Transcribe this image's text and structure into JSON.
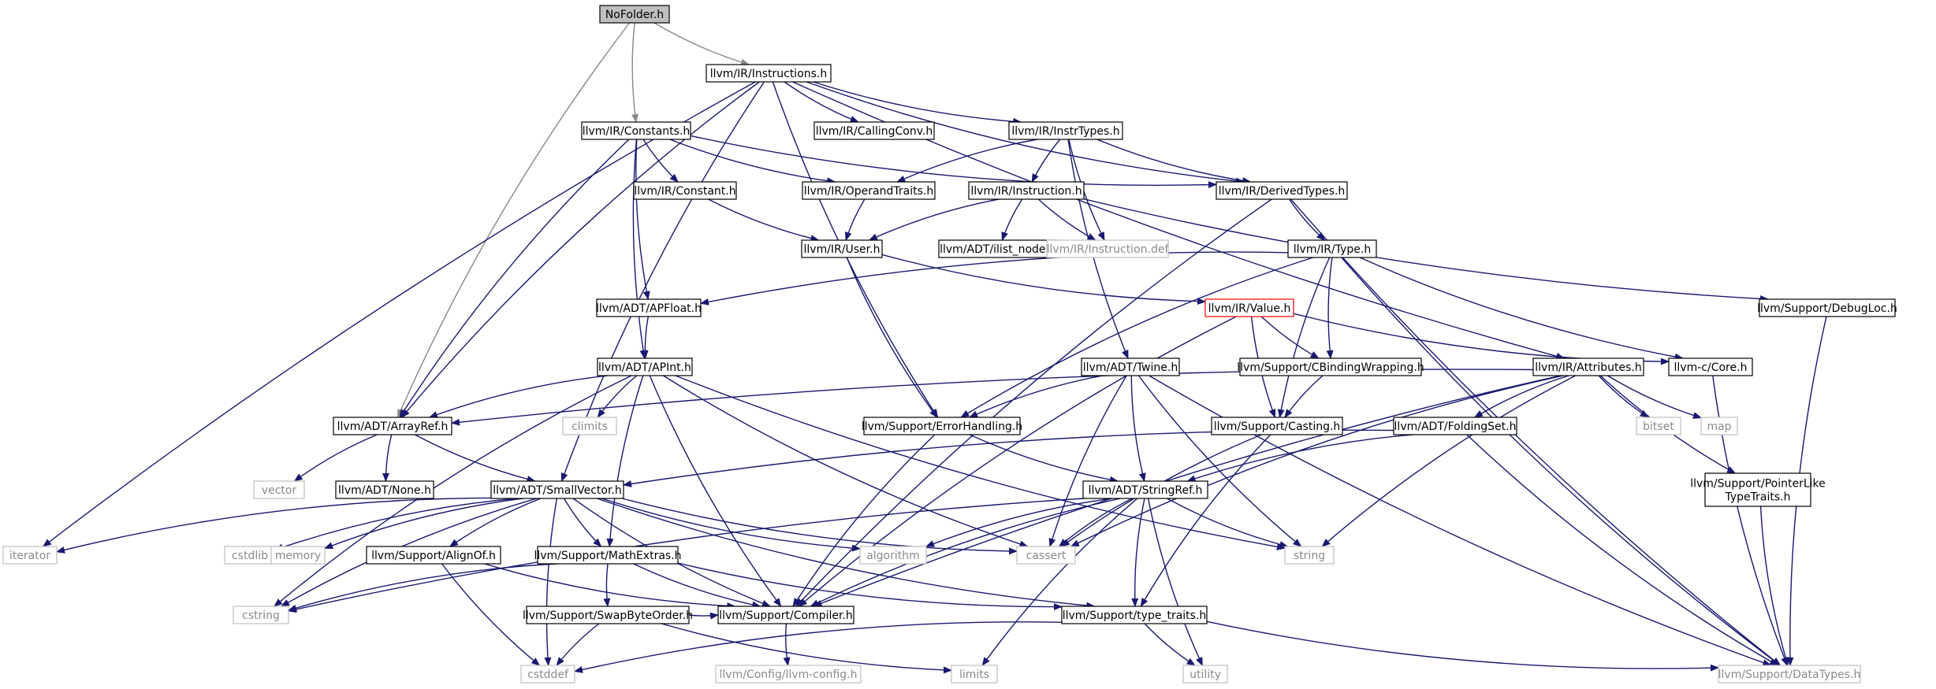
{
  "diagram": {
    "colors": {
      "edge": "#191970",
      "edge_root": "#888888",
      "node_border": "#000000",
      "node_border_external": "#bfbfbf",
      "node_border_highlight": "#ff0000",
      "root_fill": "#bfbfbf",
      "background": "#ffffff"
    },
    "nodes": [
      {
        "id": "nofolder",
        "label": "NoFolder.h",
        "kind": "root"
      },
      {
        "id": "instructions",
        "label": "llvm/IR/Instructions.h",
        "kind": "internal"
      },
      {
        "id": "constants",
        "label": "llvm/IR/Constants.h",
        "kind": "internal"
      },
      {
        "id": "callingconv",
        "label": "llvm/IR/CallingConv.h",
        "kind": "internal"
      },
      {
        "id": "instrtypes",
        "label": "llvm/IR/InstrTypes.h",
        "kind": "internal"
      },
      {
        "id": "constant",
        "label": "llvm/IR/Constant.h",
        "kind": "internal"
      },
      {
        "id": "operandtraits",
        "label": "llvm/IR/OperandTraits.h",
        "kind": "internal"
      },
      {
        "id": "instruction",
        "label": "llvm/IR/Instruction.h",
        "kind": "internal"
      },
      {
        "id": "derivedtypes",
        "label": "llvm/IR/DerivedTypes.h",
        "kind": "internal"
      },
      {
        "id": "user",
        "label": "llvm/IR/User.h",
        "kind": "internal"
      },
      {
        "id": "ilistnode",
        "label": "llvm/ADT/ilist_node.h",
        "kind": "internal"
      },
      {
        "id": "instructiondef",
        "label": "llvm/IR/Instruction.def",
        "kind": "external"
      },
      {
        "id": "type",
        "label": "llvm/IR/Type.h",
        "kind": "internal"
      },
      {
        "id": "apfloat",
        "label": "llvm/ADT/APFloat.h",
        "kind": "internal"
      },
      {
        "id": "value",
        "label": "llvm/IR/Value.h",
        "kind": "highlight"
      },
      {
        "id": "debugloc",
        "label": "llvm/Support/DebugLoc.h",
        "kind": "internal"
      },
      {
        "id": "apint",
        "label": "llvm/ADT/APInt.h",
        "kind": "internal"
      },
      {
        "id": "twine",
        "label": "llvm/ADT/Twine.h",
        "kind": "internal"
      },
      {
        "id": "cbinding",
        "label": "llvm/Support/CBindingWrapping.h",
        "kind": "internal"
      },
      {
        "id": "attributes",
        "label": "llvm/IR/Attributes.h",
        "kind": "internal"
      },
      {
        "id": "core",
        "label": "llvm-c/Core.h",
        "kind": "internal"
      },
      {
        "id": "arrayref",
        "label": "llvm/ADT/ArrayRef.h",
        "kind": "internal"
      },
      {
        "id": "climits",
        "label": "climits",
        "kind": "external"
      },
      {
        "id": "errorhandling",
        "label": "llvm/Support/ErrorHandling.h",
        "kind": "internal"
      },
      {
        "id": "casting",
        "label": "llvm/Support/Casting.h",
        "kind": "internal"
      },
      {
        "id": "foldingset",
        "label": "llvm/ADT/FoldingSet.h",
        "kind": "internal"
      },
      {
        "id": "bitset",
        "label": "bitset",
        "kind": "external"
      },
      {
        "id": "map",
        "label": "map",
        "kind": "external"
      },
      {
        "id": "vector",
        "label": "vector",
        "kind": "external"
      },
      {
        "id": "none",
        "label": "llvm/ADT/None.h",
        "kind": "internal"
      },
      {
        "id": "smallvector",
        "label": "llvm/ADT/SmallVector.h",
        "kind": "internal"
      },
      {
        "id": "stringref",
        "label": "llvm/ADT/StringRef.h",
        "kind": "internal"
      },
      {
        "id": "pointerlike",
        "label": "llvm/Support/PointerLike\nTypeTraits.h",
        "kind": "internal"
      },
      {
        "id": "iterator",
        "label": "iterator",
        "kind": "external"
      },
      {
        "id": "cstdlib",
        "label": "cstdlib",
        "kind": "external"
      },
      {
        "id": "memory",
        "label": "memory",
        "kind": "external"
      },
      {
        "id": "alignof",
        "label": "llvm/Support/AlignOf.h",
        "kind": "internal"
      },
      {
        "id": "mathextras",
        "label": "llvm/Support/MathExtras.h",
        "kind": "internal"
      },
      {
        "id": "algorithm",
        "label": "algorithm",
        "kind": "external"
      },
      {
        "id": "cassert",
        "label": "cassert",
        "kind": "external"
      },
      {
        "id": "string",
        "label": "string",
        "kind": "external"
      },
      {
        "id": "cstring",
        "label": "cstring",
        "kind": "external"
      },
      {
        "id": "swapbyteorder",
        "label": "llvm/Support/SwapByteOrder.h",
        "kind": "internal"
      },
      {
        "id": "compiler",
        "label": "llvm/Support/Compiler.h",
        "kind": "internal"
      },
      {
        "id": "typetraits",
        "label": "llvm/Support/type_traits.h",
        "kind": "internal"
      },
      {
        "id": "cstddef",
        "label": "cstddef",
        "kind": "external"
      },
      {
        "id": "llvmconfig",
        "label": "llvm/Config/llvm-config.h",
        "kind": "external"
      },
      {
        "id": "limits",
        "label": "limits",
        "kind": "external"
      },
      {
        "id": "utility",
        "label": "utility",
        "kind": "external"
      },
      {
        "id": "datatypes",
        "label": "llvm/Support/DataTypes.h",
        "kind": "external"
      }
    ],
    "edges": [
      [
        "nofolder",
        "instructions"
      ],
      [
        "nofolder",
        "constants"
      ],
      [
        "nofolder",
        "arrayref"
      ],
      [
        "instructions",
        "callingconv"
      ],
      [
        "instructions",
        "instrtypes"
      ],
      [
        "instructions",
        "derivedtypes"
      ],
      [
        "instructions",
        "attributes"
      ],
      [
        "instructions",
        "arrayref"
      ],
      [
        "instructions",
        "errorhandling"
      ],
      [
        "instructions",
        "smallvector"
      ],
      [
        "instructions",
        "iterator"
      ],
      [
        "constants",
        "constant"
      ],
      [
        "constants",
        "operandtraits"
      ],
      [
        "constants",
        "derivedtypes"
      ],
      [
        "constants",
        "apfloat"
      ],
      [
        "constants",
        "apint"
      ],
      [
        "constants",
        "arrayref"
      ],
      [
        "constant",
        "user"
      ],
      [
        "operandtraits",
        "user"
      ],
      [
        "instrtypes",
        "operandtraits"
      ],
      [
        "instrtypes",
        "instruction"
      ],
      [
        "instrtypes",
        "derivedtypes"
      ],
      [
        "instrtypes",
        "instructiondef"
      ],
      [
        "instrtypes",
        "twine"
      ],
      [
        "instruction",
        "user"
      ],
      [
        "instruction",
        "ilistnode"
      ],
      [
        "instruction",
        "instructiondef"
      ],
      [
        "instruction",
        "debugloc"
      ],
      [
        "derivedtypes",
        "type"
      ],
      [
        "derivedtypes",
        "compiler"
      ],
      [
        "derivedtypes",
        "datatypes"
      ],
      [
        "user",
        "value"
      ],
      [
        "user",
        "errorhandling"
      ],
      [
        "type",
        "apfloat"
      ],
      [
        "type",
        "cbinding"
      ],
      [
        "type",
        "errorhandling"
      ],
      [
        "type",
        "casting"
      ],
      [
        "type",
        "core"
      ],
      [
        "type",
        "datatypes"
      ],
      [
        "apfloat",
        "apint"
      ],
      [
        "value",
        "cbinding"
      ],
      [
        "value",
        "casting"
      ],
      [
        "value",
        "core"
      ],
      [
        "value",
        "compiler"
      ],
      [
        "debugloc",
        "datatypes"
      ],
      [
        "apint",
        "arrayref"
      ],
      [
        "apint",
        "climits"
      ],
      [
        "apint",
        "mathextras"
      ],
      [
        "apint",
        "compiler"
      ],
      [
        "apint",
        "cstring"
      ],
      [
        "apint",
        "string"
      ],
      [
        "apint",
        "cassert"
      ],
      [
        "twine",
        "errorhandling"
      ],
      [
        "twine",
        "stringref"
      ],
      [
        "twine",
        "cassert"
      ],
      [
        "twine",
        "string"
      ],
      [
        "twine",
        "datatypes"
      ],
      [
        "cbinding",
        "casting"
      ],
      [
        "attributes",
        "arrayref"
      ],
      [
        "attributes",
        "foldingset"
      ],
      [
        "attributes",
        "pointerlike"
      ],
      [
        "attributes",
        "bitset"
      ],
      [
        "attributes",
        "map"
      ],
      [
        "attributes",
        "string"
      ],
      [
        "attributes",
        "cassert"
      ],
      [
        "attributes",
        "compiler"
      ],
      [
        "core",
        "datatypes"
      ],
      [
        "arrayref",
        "vector"
      ],
      [
        "arrayref",
        "none"
      ],
      [
        "arrayref",
        "smallvector"
      ],
      [
        "errorhandling",
        "compiler"
      ],
      [
        "errorhandling",
        "stringref"
      ],
      [
        "casting",
        "typetraits"
      ],
      [
        "casting",
        "cassert"
      ],
      [
        "foldingset",
        "smallvector"
      ],
      [
        "foldingset",
        "stringref"
      ],
      [
        "foldingset",
        "datatypes"
      ],
      [
        "pointerlike",
        "datatypes"
      ],
      [
        "smallvector",
        "iterator"
      ],
      [
        "smallvector",
        "cstdlib"
      ],
      [
        "smallvector",
        "memory"
      ],
      [
        "smallvector",
        "alignof"
      ],
      [
        "smallvector",
        "mathextras"
      ],
      [
        "smallvector",
        "algorithm"
      ],
      [
        "smallvector",
        "cassert"
      ],
      [
        "smallvector",
        "cstring"
      ],
      [
        "smallvector",
        "cstddef"
      ],
      [
        "smallvector",
        "compiler"
      ],
      [
        "smallvector",
        "typetraits"
      ],
      [
        "stringref",
        "algorithm"
      ],
      [
        "stringref",
        "cassert"
      ],
      [
        "stringref",
        "string"
      ],
      [
        "stringref",
        "cstring"
      ],
      [
        "stringref",
        "typetraits"
      ],
      [
        "stringref",
        "limits"
      ],
      [
        "stringref",
        "utility"
      ],
      [
        "stringref",
        "compiler"
      ],
      [
        "alignof",
        "compiler"
      ],
      [
        "alignof",
        "cstddef"
      ],
      [
        "mathextras",
        "compiler"
      ],
      [
        "mathextras",
        "swapbyteorder"
      ],
      [
        "mathextras",
        "typetraits"
      ],
      [
        "mathextras",
        "cstring"
      ],
      [
        "swapbyteorder",
        "compiler"
      ],
      [
        "swapbyteorder",
        "cstddef"
      ],
      [
        "swapbyteorder",
        "limits"
      ],
      [
        "compiler",
        "llvmconfig"
      ],
      [
        "typetraits",
        "utility"
      ],
      [
        "typetraits",
        "cstddef"
      ],
      [
        "typetraits",
        "datatypes"
      ]
    ]
  }
}
